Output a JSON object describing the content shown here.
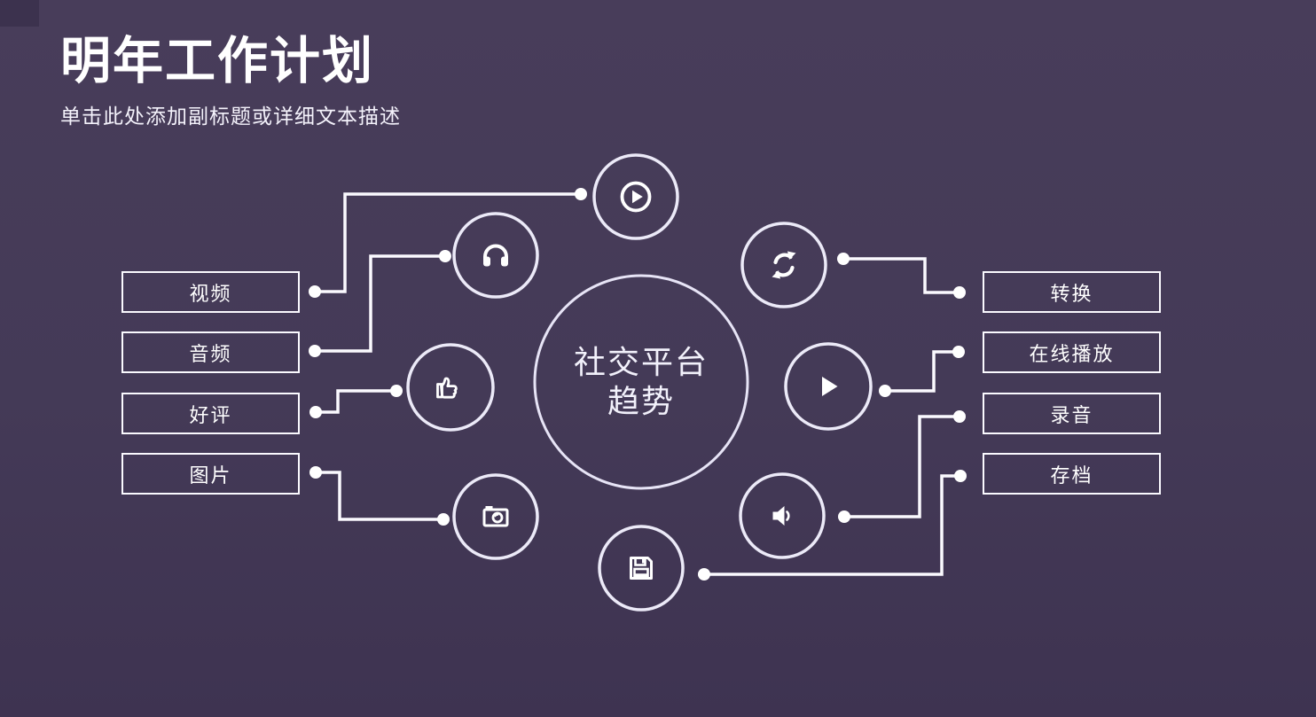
{
  "slide": {
    "title": "明年工作计划",
    "subtitle": "单击此处添加副标题或详细文本描述",
    "center_circle": {
      "line1": "社交平台",
      "line2": "趋势"
    }
  },
  "left_items": [
    {
      "label": "视频",
      "icon": "play-circle-icon"
    },
    {
      "label": "音频",
      "icon": "headphones-icon"
    },
    {
      "label": "好评",
      "icon": "thumbs-up-icon"
    },
    {
      "label": "图片",
      "icon": "camera-icon"
    }
  ],
  "right_items": [
    {
      "label": "转换",
      "icon": "refresh-icon"
    },
    {
      "label": "在线播放",
      "icon": "play-icon"
    },
    {
      "label": "录音",
      "icon": "speaker-icon"
    },
    {
      "label": "存档",
      "icon": "save-floppy-icon"
    }
  ],
  "colors": {
    "background_top": "#483d5a",
    "background_bottom": "#3e3351",
    "line": "#fbfaff",
    "ring_stroke": "#eceaf8",
    "text": "#ffffff"
  }
}
